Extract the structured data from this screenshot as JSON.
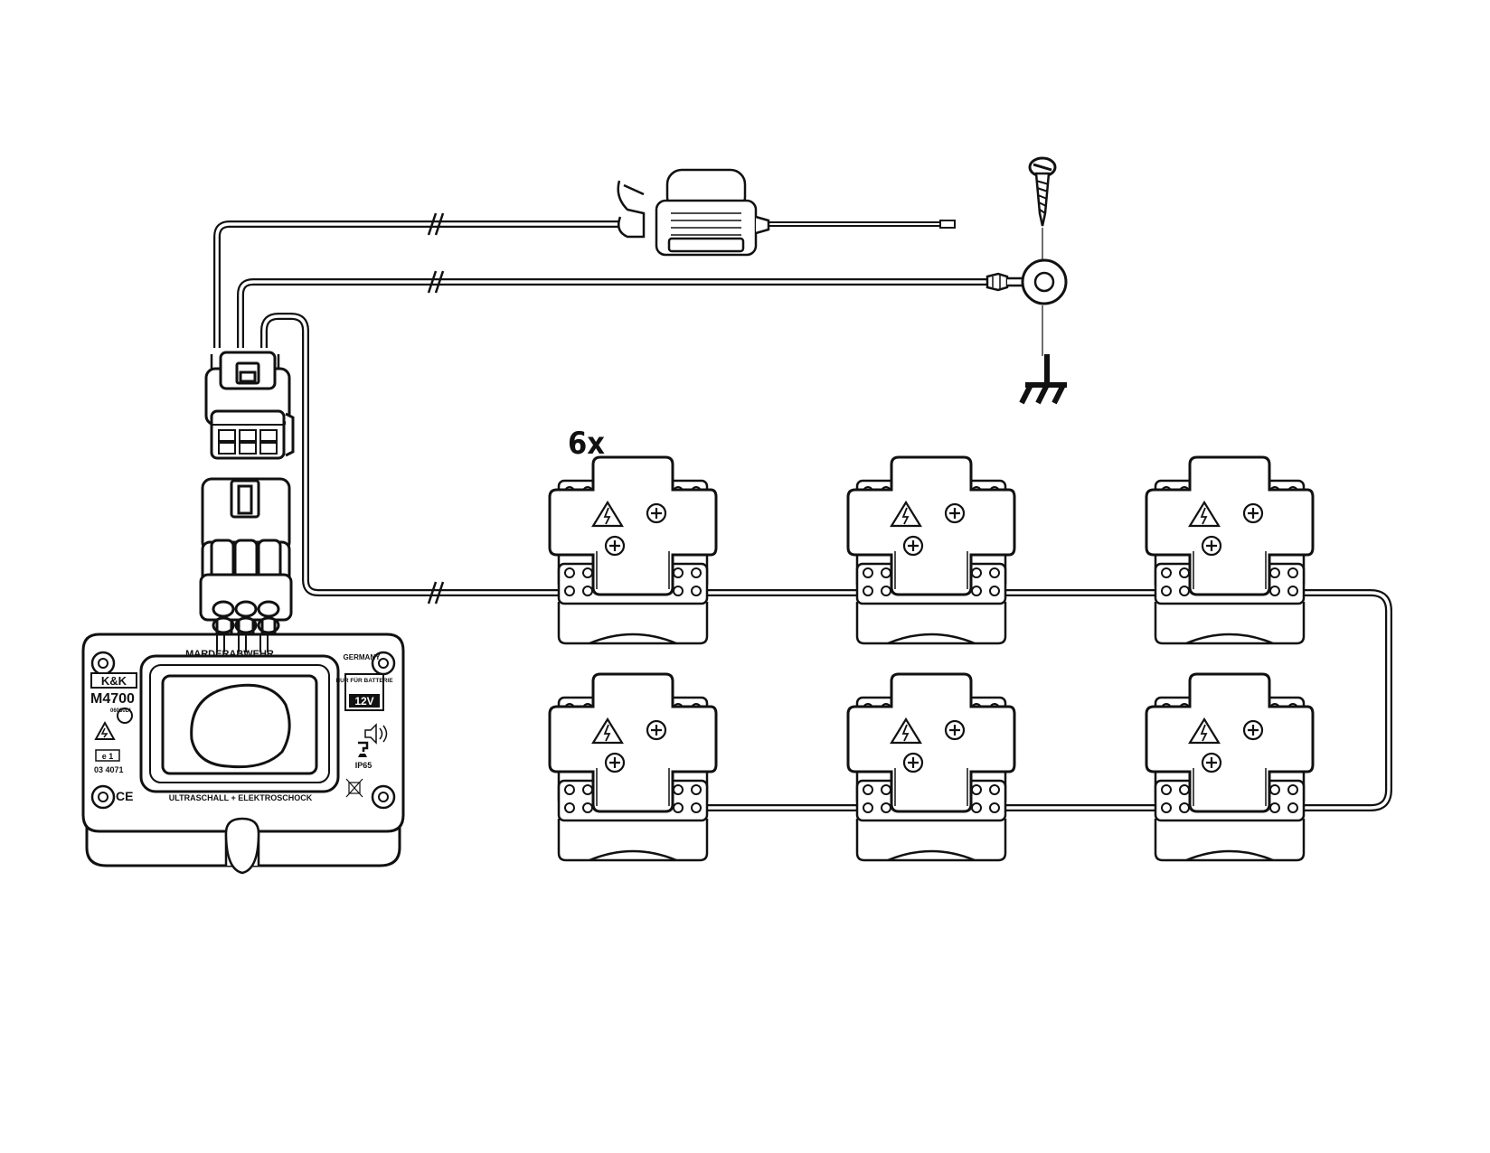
{
  "diagram": {
    "quantity_label": "6x",
    "device": {
      "title": "MARDERABWEHR",
      "origin": "GERMANY",
      "brand": "K&K",
      "model": "M4700",
      "serial": "06030DI",
      "battery_note": "NUR FÜR BATTERIE",
      "voltage": "12V",
      "approval_mark": "e 1",
      "approval_number": "03 4071",
      "ce_mark": "CE",
      "ip_rating": "IP65",
      "footer": "ULTRASCHALL + ELEKTROSCHOCK"
    },
    "icons": [
      "connector-icon",
      "fuse-holder-icon",
      "ring-terminal-icon",
      "screw-icon",
      "ground-icon",
      "high-voltage-icon",
      "speaker-icon",
      "water-drop-icon",
      "waste-bin-icon"
    ],
    "colors": {
      "line": "#111111",
      "background": "#ffffff"
    }
  }
}
